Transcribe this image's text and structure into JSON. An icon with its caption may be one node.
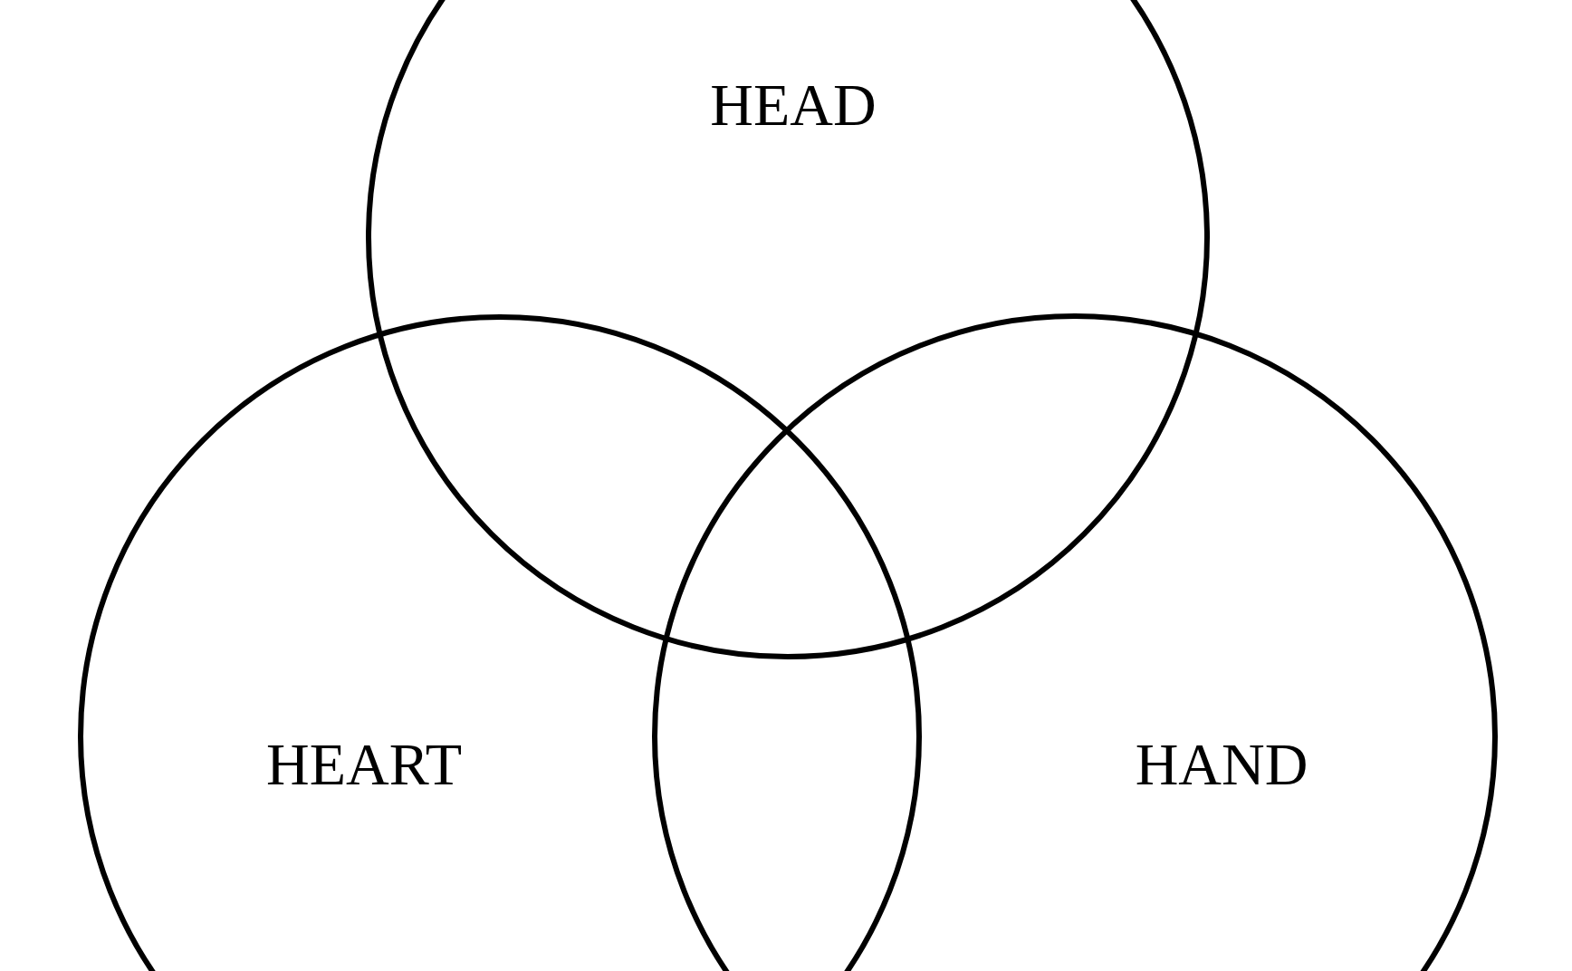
{
  "diagram": {
    "nodes": [
      {
        "text": [
          "HEAD"
        ]
      },
      {
        "text": [
          "HEART"
        ]
      },
      {
        "text": [
          "HAND"
        ]
      }
    ]
  }
}
